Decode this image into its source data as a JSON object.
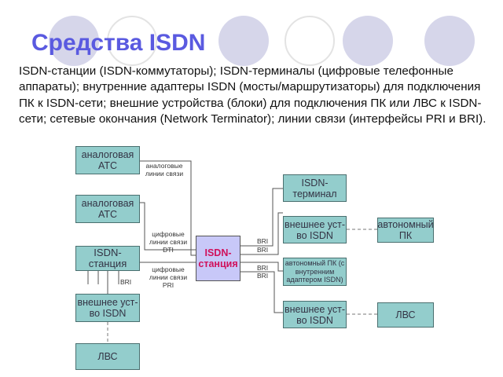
{
  "title": "Средства ISDN",
  "body": "ISDN-станции (ISDN-коммутаторы); ISDN-терминалы (цифровые телефонные аппараты); внутренние адаптеры ISDN (мосты/маршрутизаторы) для подключения ПК к ISDN-сети; внешние устройства (блоки) для подключения ПК или ЛВС к ISDN-сети; сетевые окончания (Network Terminator); линии связи (интерфейсы PRI и BRI).",
  "colors": {
    "title": "#5a5ae0",
    "box": "#93cdcc",
    "station_box": "#c8c8f8",
    "station_text": "#d0105a"
  },
  "diagram": {
    "boxes": {
      "analog_ats_1": "аналоговая АТС",
      "analog_ats_2": "аналоговая АТС",
      "isdn_station_left": "ISDN-станция",
      "ext_device_left": "внешнее уст-во ISDN",
      "lan_left": "ЛВС",
      "isdn_station_center": "ISDN-станция",
      "isdn_terminal": "ISDN-терминал",
      "ext_device_1": "внешнее уст-во ISDN",
      "autonomous_pc_adapter": "автономный ПК (с внутренним адаптером ISDN)",
      "ext_device_2": "внешнее уст-во ISDN",
      "autonomous_pc": "автономный ПК",
      "lan_right": "ЛВС"
    },
    "labels": {
      "analog_lines": "аналоговые линии связи",
      "digital_dti": "цифровые линии связи DTI",
      "digital_pri": "цифровые линии связи PRI",
      "bri_left": "BRI",
      "bri_1": "BRI",
      "bri_2": "BRI",
      "bri_3": "BRI",
      "bri_4": "BRI"
    }
  }
}
